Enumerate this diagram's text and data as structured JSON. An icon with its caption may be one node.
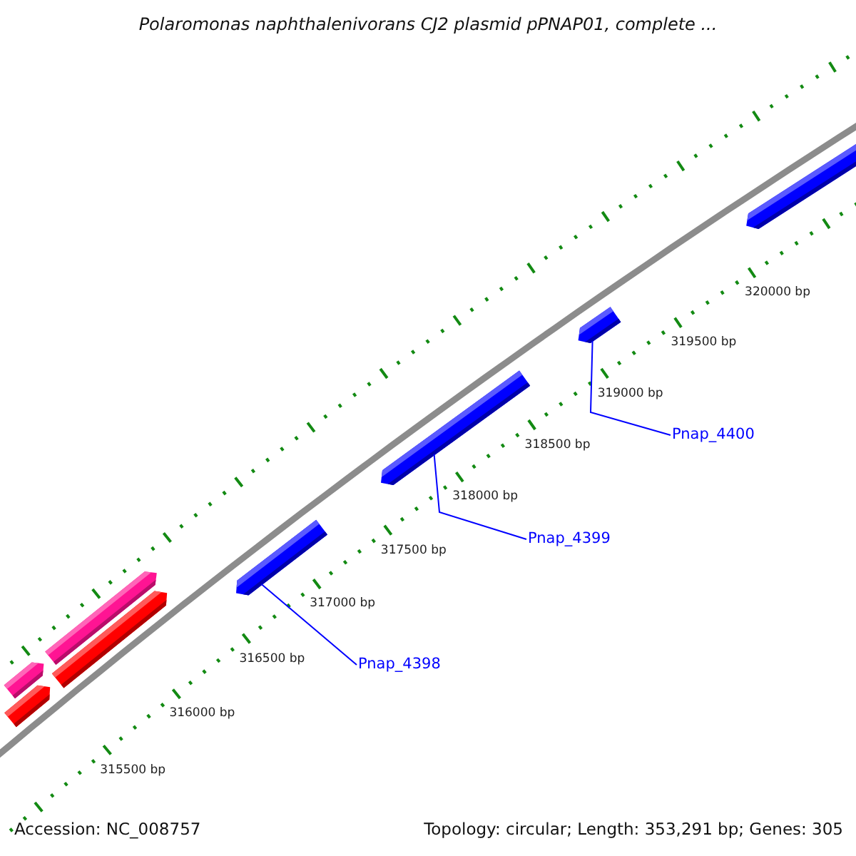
{
  "diagram": {
    "title": "Polaromonas naphthalenivorans CJ2 plasmid pPNAP01, complete ...",
    "nodes": [
      {
        "text": [
          "Pnap_4400"
        ]
      },
      {
        "text": [
          "Pnap_4399"
        ]
      },
      {
        "text": [
          "Pnap_4398"
        ]
      },
      {
        "text": [],
        "shape": "bar"
      },
      {
        "text": [],
        "shape": "bar"
      },
      {
        "text": [],
        "shape": "bar"
      },
      {
        "text": [],
        "shape": "bar"
      },
      {
        "text": [],
        "shape": "bar"
      },
      {
        "text": [],
        "shape": "bar"
      },
      {
        "text": [],
        "shape": "bar"
      },
      {
        "text": [],
        "shape": "bar"
      }
    ],
    "edges": [
      {
        "from": 0,
        "to": 9,
        "arrow": "none"
      },
      {
        "from": 1,
        "to": 8,
        "arrow": "none"
      },
      {
        "from": 2,
        "to": 7,
        "arrow": "none"
      }
    ],
    "labels": [
      "320000 bp",
      "319500 bp",
      "319000 bp",
      "318500 bp",
      "318000 bp",
      "317500 bp",
      "317000 bp",
      "316500 bp",
      "316000 bp",
      "315500 bp",
      "Accession: NC_008757",
      "Topology: circular; Length: 353,291 bp; Genes: 305"
    ]
  }
}
